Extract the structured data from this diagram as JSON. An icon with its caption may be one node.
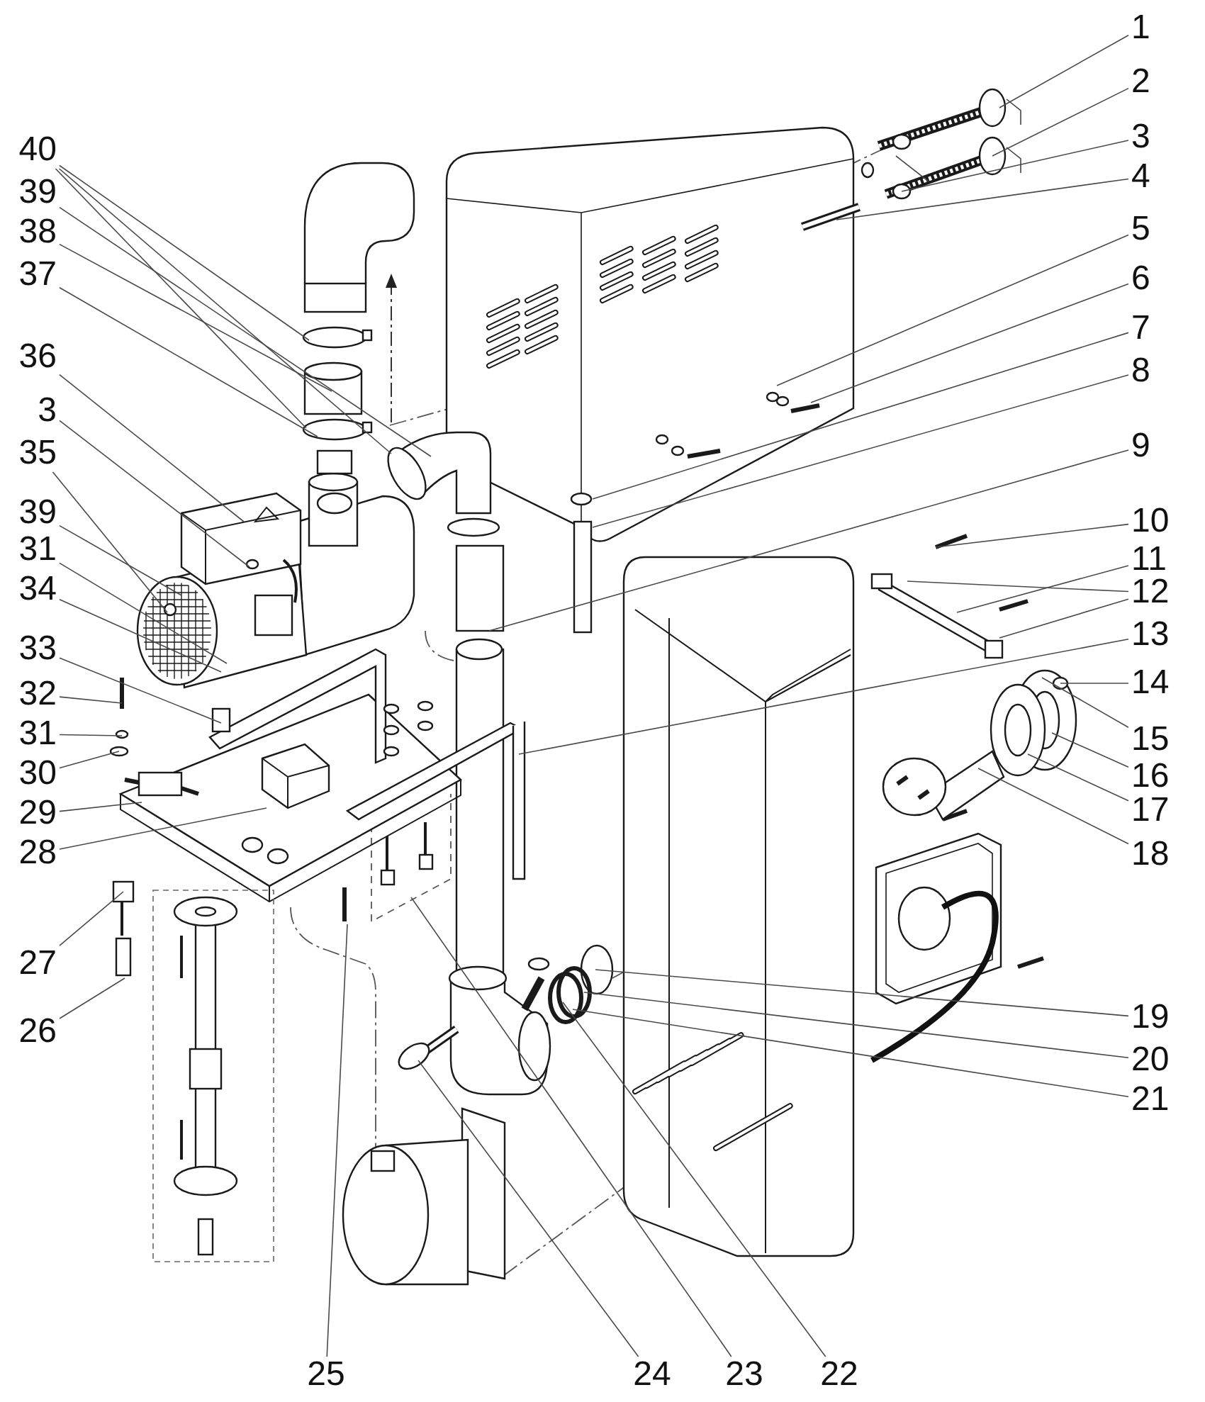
{
  "diagram": {
    "nodes": [
      {
        "text": [
          "40"
        ]
      },
      {
        "text": [
          "39"
        ]
      },
      {
        "text": [
          "38"
        ]
      },
      {
        "text": [
          "37"
        ]
      },
      {
        "text": [
          "36"
        ]
      },
      {
        "text": [
          "3"
        ]
      },
      {
        "text": [
          "35"
        ]
      },
      {
        "text": [
          "39"
        ]
      },
      {
        "text": [
          "31"
        ]
      },
      {
        "text": [
          "34"
        ]
      },
      {
        "text": [
          "33"
        ]
      },
      {
        "text": [
          "32"
        ]
      },
      {
        "text": [
          "31"
        ]
      },
      {
        "text": [
          "30"
        ]
      },
      {
        "text": [
          "29"
        ]
      },
      {
        "text": [
          "28"
        ]
      },
      {
        "text": [
          "27"
        ]
      },
      {
        "text": [
          "26"
        ]
      },
      {
        "text": [
          "1"
        ]
      },
      {
        "text": [
          "2"
        ]
      },
      {
        "text": [
          "3"
        ]
      },
      {
        "text": [
          "4"
        ]
      },
      {
        "text": [
          "5"
        ]
      },
      {
        "text": [
          "6"
        ]
      },
      {
        "text": [
          "7"
        ]
      },
      {
        "text": [
          "8"
        ]
      },
      {
        "text": [
          "9"
        ]
      },
      {
        "text": [
          "10"
        ]
      },
      {
        "text": [
          "11"
        ]
      },
      {
        "text": [
          "12"
        ]
      },
      {
        "text": [
          "13"
        ]
      },
      {
        "text": [
          "14"
        ]
      },
      {
        "text": [
          "15"
        ]
      },
      {
        "text": [
          "16"
        ]
      },
      {
        "text": [
          "17"
        ]
      },
      {
        "text": [
          "18"
        ]
      },
      {
        "text": [
          "19"
        ]
      },
      {
        "text": [
          "20"
        ]
      },
      {
        "text": [
          "21"
        ]
      },
      {
        "text": [
          "25"
        ]
      },
      {
        "text": [
          "24"
        ]
      },
      {
        "text": [
          "23"
        ]
      },
      {
        "text": [
          "22"
        ]
      }
    ],
    "edges": [
      {
        "from": 0,
        "to": null,
        "arrow": "none"
      },
      {
        "from": 0,
        "to": null,
        "arrow": "none"
      },
      {
        "from": 0,
        "to": null,
        "arrow": "none"
      },
      {
        "from": 1,
        "to": null,
        "arrow": "none"
      },
      {
        "from": 2,
        "to": null,
        "arrow": "none"
      },
      {
        "from": 3,
        "to": null,
        "arrow": "none"
      },
      {
        "from": 4,
        "to": null,
        "arrow": "none"
      },
      {
        "from": 5,
        "to": null,
        "arrow": "none"
      },
      {
        "from": 6,
        "to": null,
        "arrow": "none"
      },
      {
        "from": 7,
        "to": null,
        "arrow": "none"
      },
      {
        "from": 8,
        "to": null,
        "arrow": "none"
      },
      {
        "from": 9,
        "to": null,
        "arrow": "none"
      },
      {
        "from": 10,
        "to": null,
        "arrow": "none"
      },
      {
        "from": 11,
        "to": null,
        "arrow": "none"
      },
      {
        "from": 12,
        "to": null,
        "arrow": "none"
      },
      {
        "from": 13,
        "to": null,
        "arrow": "none"
      },
      {
        "from": 14,
        "to": null,
        "arrow": "none"
      },
      {
        "from": 15,
        "to": null,
        "arrow": "none"
      },
      {
        "from": 16,
        "to": null,
        "arrow": "none"
      },
      {
        "from": 17,
        "to": null,
        "arrow": "none"
      },
      {
        "from": 18,
        "to": null,
        "arrow": "none"
      },
      {
        "from": 19,
        "to": null,
        "arrow": "none"
      },
      {
        "from": 20,
        "to": null,
        "arrow": "none"
      },
      {
        "from": 21,
        "to": null,
        "arrow": "none"
      },
      {
        "from": 22,
        "to": null,
        "arrow": "none"
      },
      {
        "from": 23,
        "to": null,
        "arrow": "none"
      },
      {
        "from": 24,
        "to": null,
        "arrow": "none"
      },
      {
        "from": 25,
        "to": null,
        "arrow": "none"
      },
      {
        "from": 26,
        "to": null,
        "arrow": "none"
      },
      {
        "from": 27,
        "to": null,
        "arrow": "none"
      },
      {
        "from": 28,
        "to": null,
        "arrow": "none"
      },
      {
        "from": 29,
        "to": null,
        "arrow": "none"
      },
      {
        "from": 29,
        "to": null,
        "arrow": "none"
      },
      {
        "from": 30,
        "to": null,
        "arrow": "none"
      },
      {
        "from": 31,
        "to": null,
        "arrow": "none"
      },
      {
        "from": 32,
        "to": null,
        "arrow": "none"
      },
      {
        "from": 33,
        "to": null,
        "arrow": "none"
      },
      {
        "from": 34,
        "to": null,
        "arrow": "none"
      },
      {
        "from": 35,
        "to": null,
        "arrow": "none"
      },
      {
        "from": 36,
        "to": null,
        "arrow": "none"
      },
      {
        "from": 37,
        "to": null,
        "arrow": "none"
      },
      {
        "from": 38,
        "to": null,
        "arrow": "none"
      },
      {
        "from": 39,
        "to": null,
        "arrow": "none"
      },
      {
        "from": 40,
        "to": null,
        "arrow": "none"
      },
      {
        "from": 41,
        "to": null,
        "arrow": "none"
      },
      {
        "from": 42,
        "to": null,
        "arrow": "none"
      }
    ]
  }
}
